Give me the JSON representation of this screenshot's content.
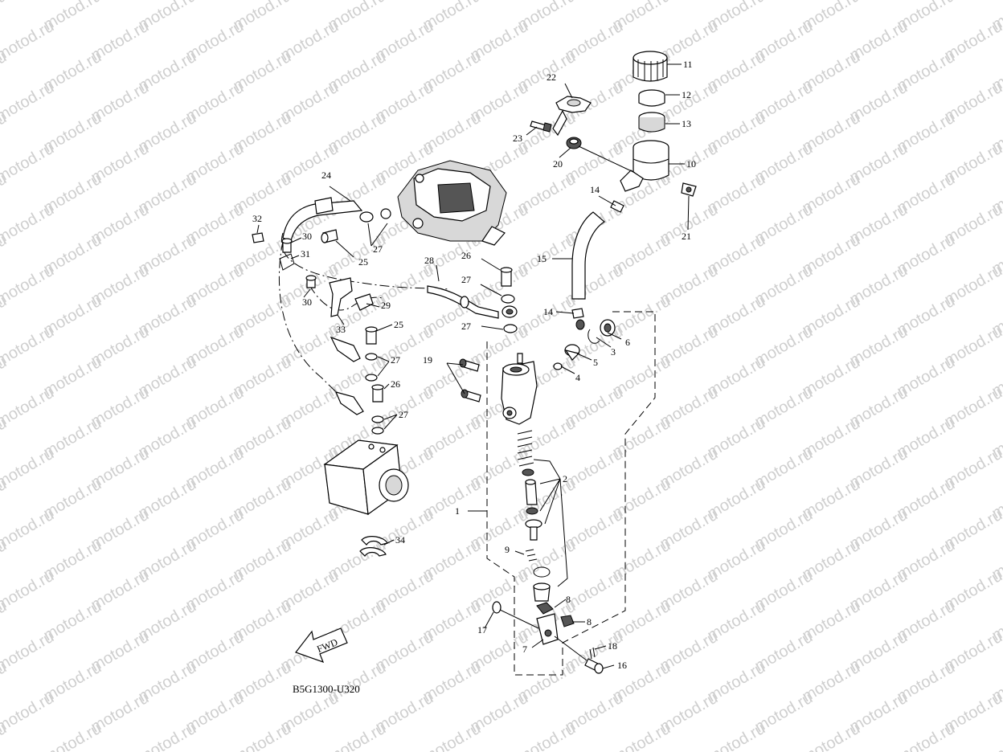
{
  "watermark": {
    "text": "motod.ru"
  },
  "diagram": {
    "code": "B5G1300-U320",
    "fwd_label": "FWD",
    "callouts": [
      {
        "id": "c1",
        "n": "1"
      },
      {
        "id": "c2",
        "n": "2"
      },
      {
        "id": "c3",
        "n": "3"
      },
      {
        "id": "c4",
        "n": "4"
      },
      {
        "id": "c5",
        "n": "5"
      },
      {
        "id": "c6",
        "n": "6"
      },
      {
        "id": "c7",
        "n": "7"
      },
      {
        "id": "c8a",
        "n": "8"
      },
      {
        "id": "c8b",
        "n": "8"
      },
      {
        "id": "c9",
        "n": "9"
      },
      {
        "id": "c10",
        "n": "10"
      },
      {
        "id": "c11",
        "n": "11"
      },
      {
        "id": "c12",
        "n": "12"
      },
      {
        "id": "c13",
        "n": "13"
      },
      {
        "id": "c14a",
        "n": "14"
      },
      {
        "id": "c14b",
        "n": "14"
      },
      {
        "id": "c15",
        "n": "15"
      },
      {
        "id": "c16",
        "n": "16"
      },
      {
        "id": "c17",
        "n": "17"
      },
      {
        "id": "c18",
        "n": "18"
      },
      {
        "id": "c19",
        "n": "19"
      },
      {
        "id": "c20",
        "n": "20"
      },
      {
        "id": "c21",
        "n": "21"
      },
      {
        "id": "c22",
        "n": "22"
      },
      {
        "id": "c23",
        "n": "23"
      },
      {
        "id": "c24",
        "n": "24"
      },
      {
        "id": "c25a",
        "n": "25"
      },
      {
        "id": "c25b",
        "n": "25"
      },
      {
        "id": "c26a",
        "n": "26"
      },
      {
        "id": "c26b",
        "n": "26"
      },
      {
        "id": "c27a",
        "n": "27"
      },
      {
        "id": "c27b",
        "n": "27"
      },
      {
        "id": "c27c",
        "n": "27"
      },
      {
        "id": "c27d",
        "n": "27"
      },
      {
        "id": "c27e",
        "n": "27"
      },
      {
        "id": "c28",
        "n": "28"
      },
      {
        "id": "c29",
        "n": "29"
      },
      {
        "id": "c30a",
        "n": "30"
      },
      {
        "id": "c30b",
        "n": "30"
      },
      {
        "id": "c31",
        "n": "31"
      },
      {
        "id": "c32",
        "n": "32"
      },
      {
        "id": "c33",
        "n": "33"
      },
      {
        "id": "c34",
        "n": "34"
      }
    ]
  }
}
